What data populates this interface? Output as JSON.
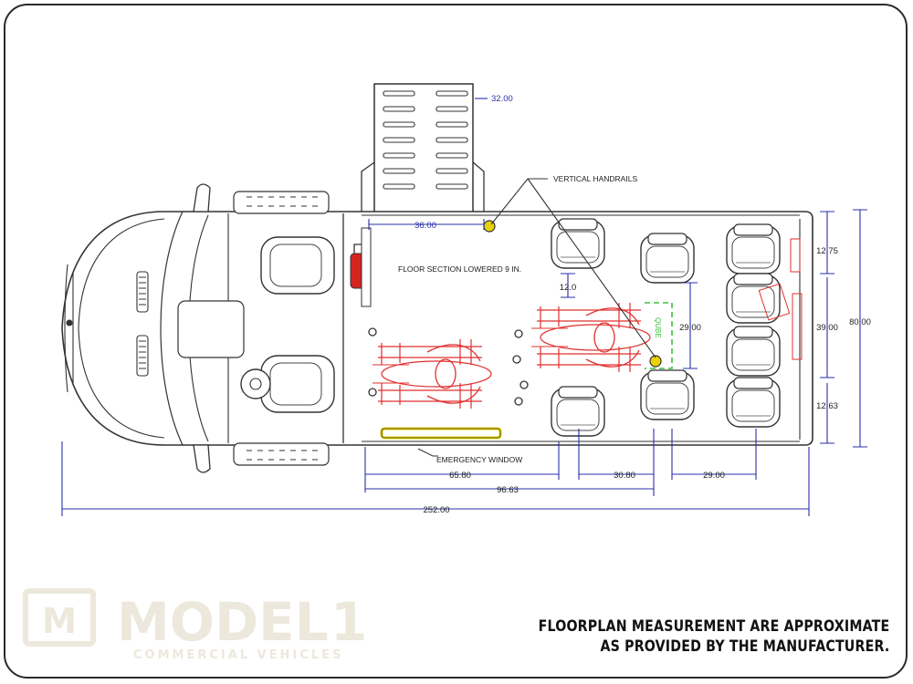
{
  "plan": {
    "dims": {
      "ramp_width": "32.00",
      "door_opening": "36.00",
      "seat_gap": "12.0",
      "aisle_width": "29.00",
      "rear_top": "12.75",
      "rear_middle": "39.00",
      "rear_bottom": "12.63",
      "overall_width": "80.00",
      "dim_65": "65.80",
      "dim_30": "30.80",
      "dim_29": "29.00",
      "dim_96": "96.63",
      "overall_length": "252.00"
    },
    "labels": {
      "handrails": "VERTICAL HANDRAILS",
      "floor_section": "FLOOR SECTION LOWERED 9 IN.",
      "emergency_window": "EMERGENCY WINDOW",
      "qube": "QUBE"
    }
  },
  "logo": {
    "letter": "M",
    "name": "MODEL",
    "numeral": "1",
    "tagline": "COMMERCIAL VEHICLES"
  },
  "disclaimer": {
    "line1": "FLOORPLAN MEASUREMENT ARE APPROXIMATE",
    "line2": "AS PROVIDED BY THE MANUFACTURER."
  },
  "colors": {
    "outline": "#333333",
    "dimension": "#2b2fa8",
    "wheelchair": "#e0302e",
    "qube": "#3fbf3f",
    "bar": "#e8d200",
    "logo": "#ece8dc"
  }
}
